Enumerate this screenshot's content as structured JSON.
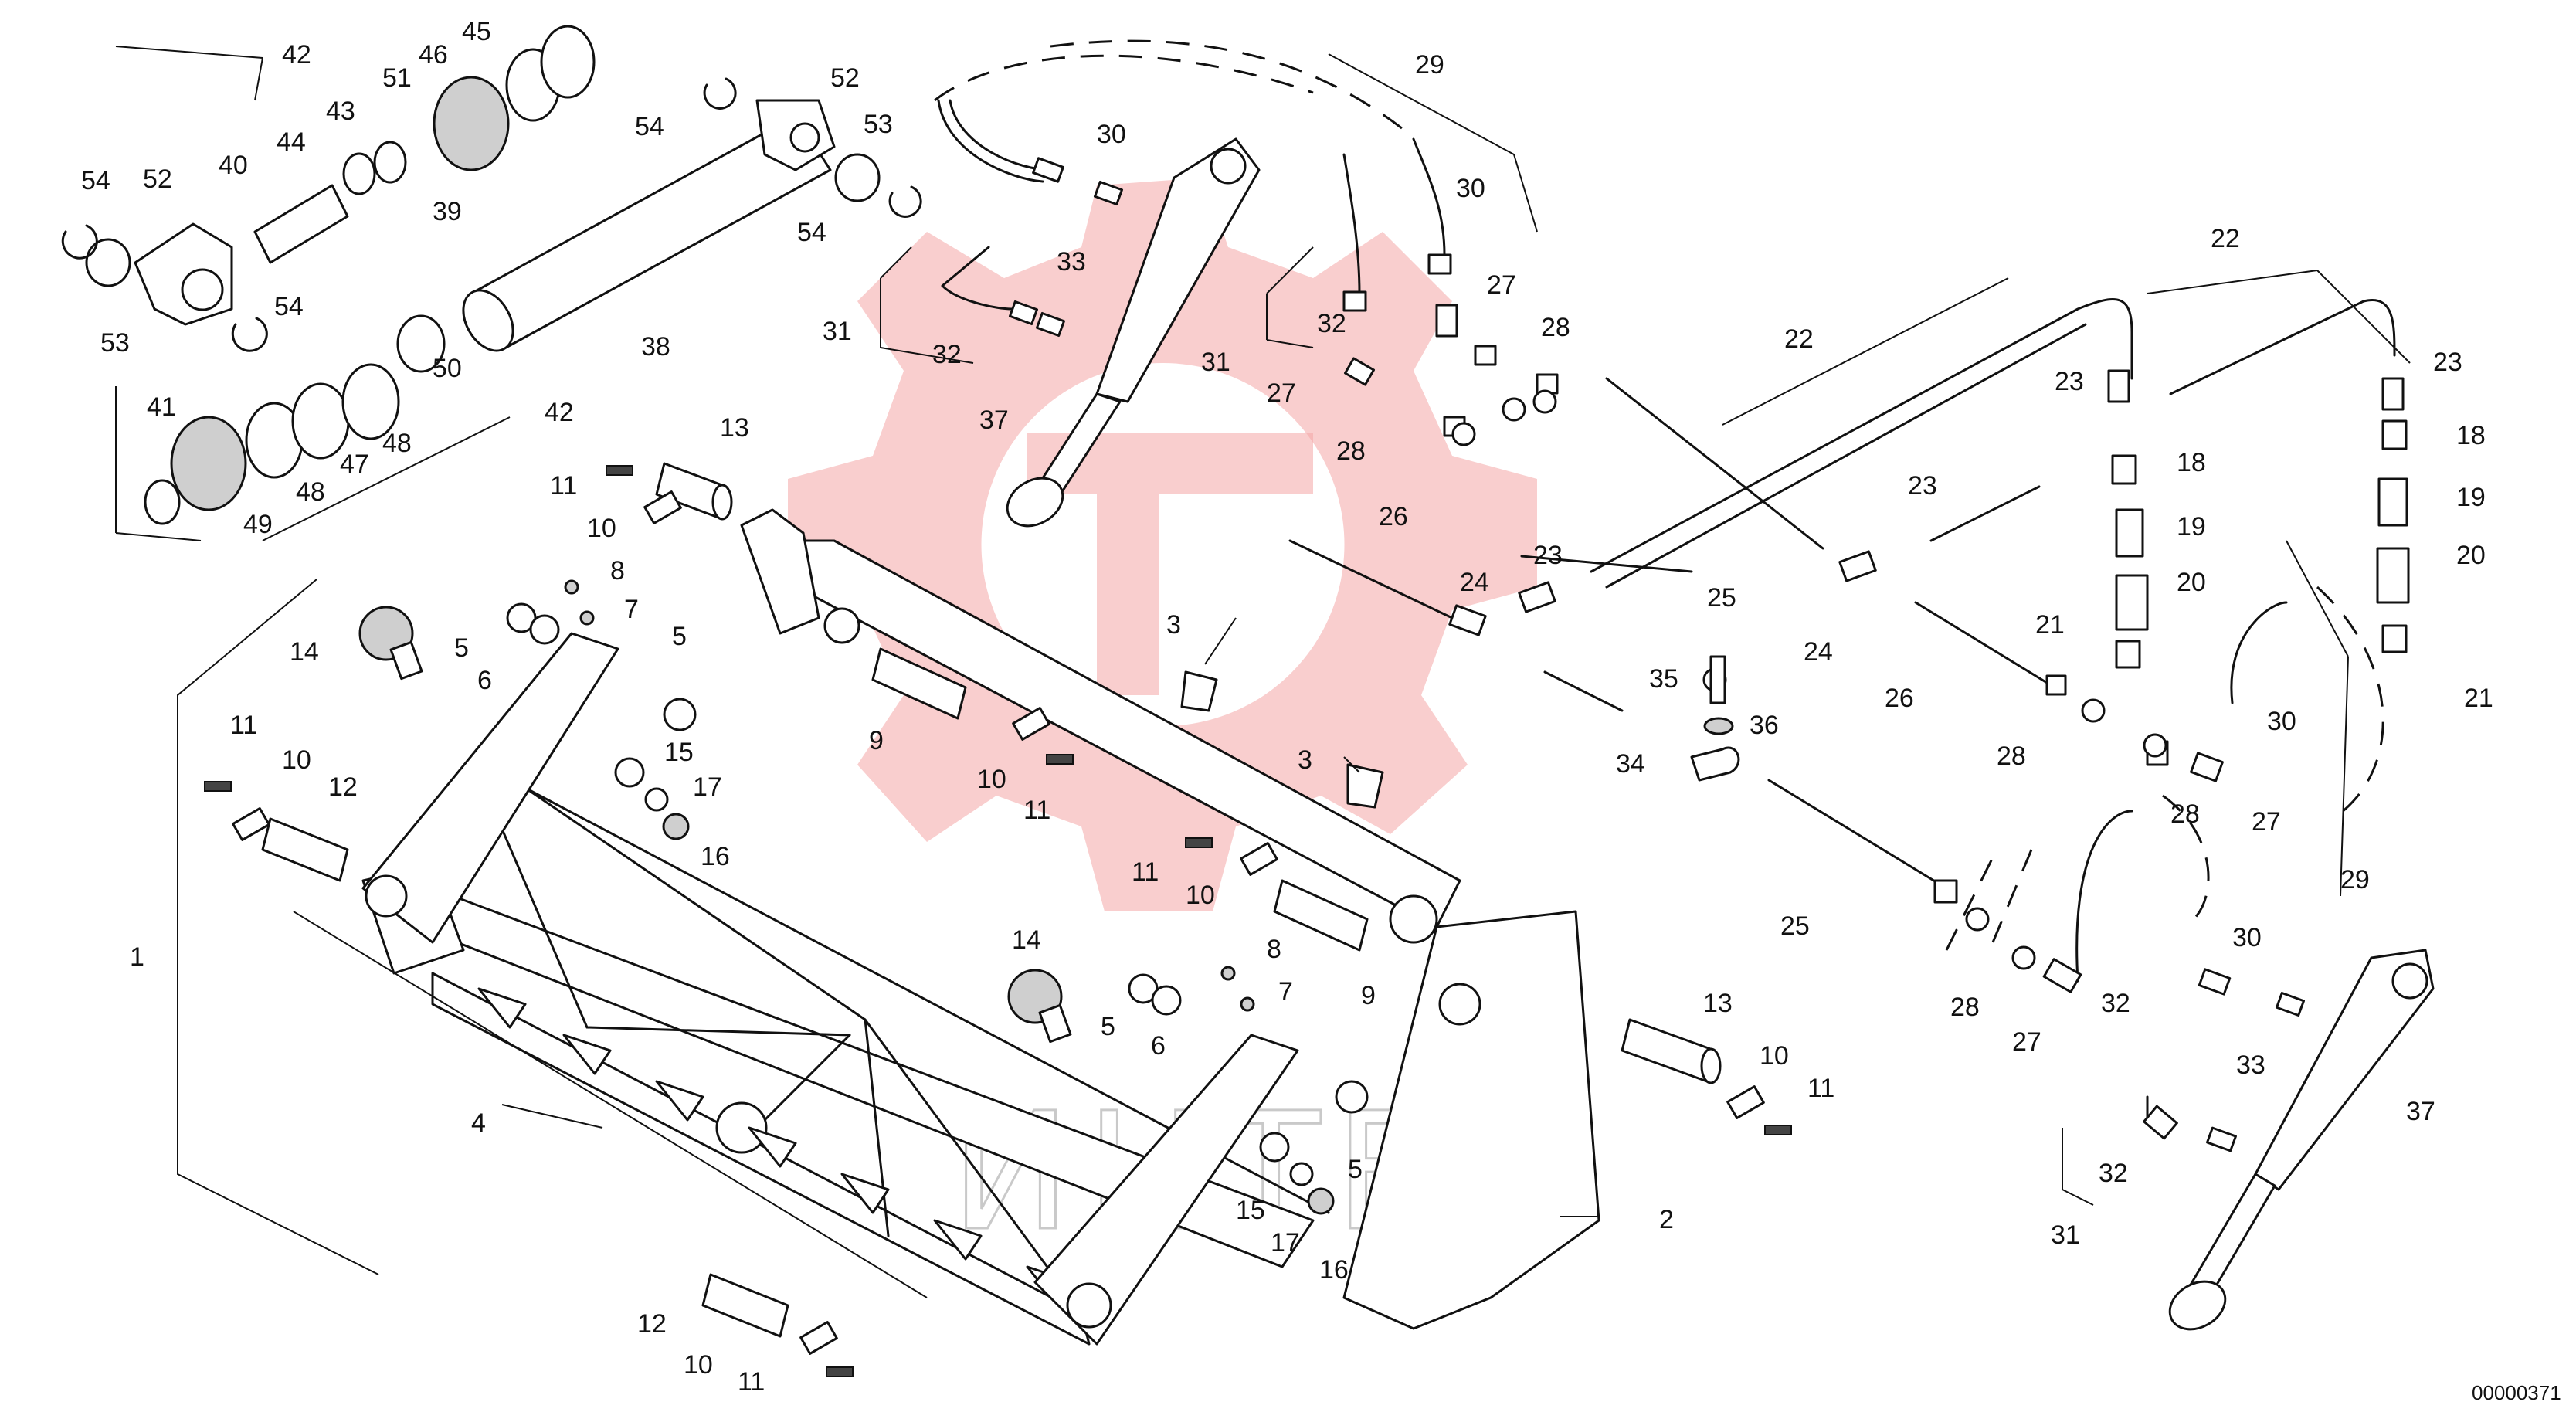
{
  "diagram": {
    "document_number": "00000371",
    "watermark": {
      "name": "gear-watermark-logo",
      "text": "ИНТЕХ"
    },
    "callouts": [
      {
        "id": "c1",
        "label": "1"
      },
      {
        "id": "c2",
        "label": "2"
      },
      {
        "id": "c3a",
        "label": "3"
      },
      {
        "id": "c3b",
        "label": "3"
      },
      {
        "id": "c4",
        "label": "4"
      },
      {
        "id": "c5a",
        "label": "5"
      },
      {
        "id": "c5b",
        "label": "5"
      },
      {
        "id": "c5c",
        "label": "5"
      },
      {
        "id": "c5d",
        "label": "5"
      },
      {
        "id": "c6a",
        "label": "6"
      },
      {
        "id": "c6b",
        "label": "6"
      },
      {
        "id": "c7a",
        "label": "7"
      },
      {
        "id": "c7b",
        "label": "7"
      },
      {
        "id": "c8a",
        "label": "8"
      },
      {
        "id": "c8b",
        "label": "8"
      },
      {
        "id": "c9a",
        "label": "9"
      },
      {
        "id": "c9b",
        "label": "9"
      },
      {
        "id": "c10a",
        "label": "10"
      },
      {
        "id": "c10b",
        "label": "10"
      },
      {
        "id": "c10c",
        "label": "10"
      },
      {
        "id": "c10d",
        "label": "10"
      },
      {
        "id": "c10e",
        "label": "10"
      },
      {
        "id": "c10f",
        "label": "10"
      },
      {
        "id": "c11a",
        "label": "11"
      },
      {
        "id": "c11b",
        "label": "11"
      },
      {
        "id": "c11c",
        "label": "11"
      },
      {
        "id": "c11d",
        "label": "11"
      },
      {
        "id": "c11e",
        "label": "11"
      },
      {
        "id": "c11f",
        "label": "11"
      },
      {
        "id": "c12a",
        "label": "12"
      },
      {
        "id": "c12b",
        "label": "12"
      },
      {
        "id": "c13a",
        "label": "13"
      },
      {
        "id": "c13b",
        "label": "13"
      },
      {
        "id": "c14a",
        "label": "14"
      },
      {
        "id": "c14b",
        "label": "14"
      },
      {
        "id": "c15a",
        "label": "15"
      },
      {
        "id": "c15b",
        "label": "15"
      },
      {
        "id": "c16a",
        "label": "16"
      },
      {
        "id": "c16b",
        "label": "16"
      },
      {
        "id": "c17a",
        "label": "17"
      },
      {
        "id": "c17b",
        "label": "17"
      },
      {
        "id": "c18a",
        "label": "18"
      },
      {
        "id": "c18b",
        "label": "18"
      },
      {
        "id": "c19a",
        "label": "19"
      },
      {
        "id": "c19b",
        "label": "19"
      },
      {
        "id": "c20a",
        "label": "20"
      },
      {
        "id": "c20b",
        "label": "20"
      },
      {
        "id": "c21a",
        "label": "21"
      },
      {
        "id": "c21b",
        "label": "21"
      },
      {
        "id": "c22a",
        "label": "22"
      },
      {
        "id": "c22b",
        "label": "22"
      },
      {
        "id": "c23a",
        "label": "23"
      },
      {
        "id": "c23b",
        "label": "23"
      },
      {
        "id": "c23c",
        "label": "23"
      },
      {
        "id": "c23d",
        "label": "23"
      },
      {
        "id": "c24a",
        "label": "24"
      },
      {
        "id": "c24b",
        "label": "24"
      },
      {
        "id": "c25a",
        "label": "25"
      },
      {
        "id": "c25b",
        "label": "25"
      },
      {
        "id": "c26a",
        "label": "26"
      },
      {
        "id": "c26b",
        "label": "26"
      },
      {
        "id": "c27a",
        "label": "27"
      },
      {
        "id": "c27b",
        "label": "27"
      },
      {
        "id": "c27c",
        "label": "27"
      },
      {
        "id": "c27d",
        "label": "27"
      },
      {
        "id": "c28a",
        "label": "28"
      },
      {
        "id": "c28b",
        "label": "28"
      },
      {
        "id": "c28c",
        "label": "28"
      },
      {
        "id": "c28d",
        "label": "28"
      },
      {
        "id": "c29a",
        "label": "29"
      },
      {
        "id": "c29b",
        "label": "29"
      },
      {
        "id": "c30a",
        "label": "30"
      },
      {
        "id": "c30b",
        "label": "30"
      },
      {
        "id": "c30c",
        "label": "30"
      },
      {
        "id": "c30d",
        "label": "30"
      },
      {
        "id": "c31a",
        "label": "31"
      },
      {
        "id": "c31b",
        "label": "31"
      },
      {
        "id": "c31c",
        "label": "31"
      },
      {
        "id": "c32a",
        "label": "32"
      },
      {
        "id": "c32b",
        "label": "32"
      },
      {
        "id": "c32c",
        "label": "32"
      },
      {
        "id": "c32d",
        "label": "32"
      },
      {
        "id": "c33a",
        "label": "33"
      },
      {
        "id": "c33b",
        "label": "33"
      },
      {
        "id": "c34",
        "label": "34"
      },
      {
        "id": "c35",
        "label": "35"
      },
      {
        "id": "c36",
        "label": "36"
      },
      {
        "id": "c37a",
        "label": "37"
      },
      {
        "id": "c37b",
        "label": "37"
      },
      {
        "id": "c38",
        "label": "38"
      },
      {
        "id": "c39",
        "label": "39"
      },
      {
        "id": "c40",
        "label": "40"
      },
      {
        "id": "c41",
        "label": "41"
      },
      {
        "id": "c42a",
        "label": "42"
      },
      {
        "id": "c42b",
        "label": "42"
      },
      {
        "id": "c43",
        "label": "43"
      },
      {
        "id": "c44",
        "label": "44"
      },
      {
        "id": "c45",
        "label": "45"
      },
      {
        "id": "c46",
        "label": "46"
      },
      {
        "id": "c47",
        "label": "47"
      },
      {
        "id": "c48a",
        "label": "48"
      },
      {
        "id": "c48b",
        "label": "48"
      },
      {
        "id": "c49",
        "label": "49"
      },
      {
        "id": "c50",
        "label": "50"
      },
      {
        "id": "c51",
        "label": "51"
      },
      {
        "id": "c52a",
        "label": "52"
      },
      {
        "id": "c52b",
        "label": "52"
      },
      {
        "id": "c53a",
        "label": "53"
      },
      {
        "id": "c53b",
        "label": "53"
      },
      {
        "id": "c54a",
        "label": "54"
      },
      {
        "id": "c54b",
        "label": "54"
      },
      {
        "id": "c54c",
        "label": "54"
      },
      {
        "id": "c54d",
        "label": "54"
      }
    ]
  }
}
